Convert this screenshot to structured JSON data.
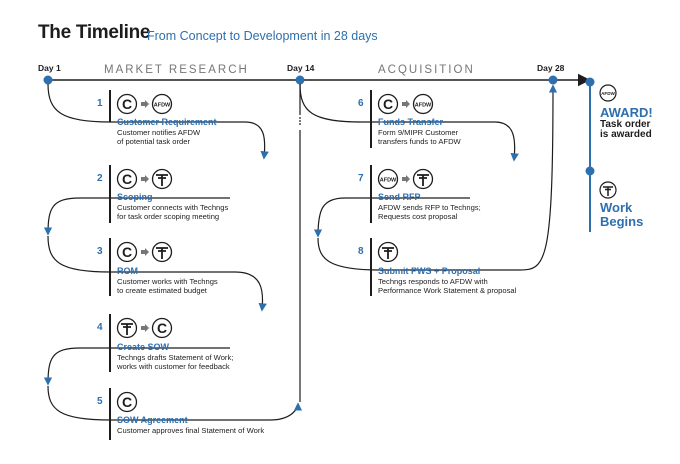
{
  "header": {
    "title": "The Timeline",
    "subtitle": "From Concept to Development in 28 days"
  },
  "days": {
    "d1": "Day 1",
    "d14": "Day 14",
    "d28": "Day 28"
  },
  "phases": {
    "market": "MARKET RESEARCH",
    "acquisition": "ACQUISITION"
  },
  "icons": {
    "afdw": "AFDW"
  },
  "steps": [
    {
      "num": "1",
      "title": "Customer Requirement",
      "desc1": "Customer notifies AFDW",
      "desc2": "of potential  task order"
    },
    {
      "num": "2",
      "title": "Scoping",
      "desc1": "Customer connects with Techngs",
      "desc2": "for task order scoping meeting"
    },
    {
      "num": "3",
      "title": "ROM",
      "desc1": "Customer works with Techngs",
      "desc2": "to create estimated budget"
    },
    {
      "num": "4",
      "title": "Create SOW",
      "desc1": "Techngs drafts Statement of Work;",
      "desc2": "works with customer for feedback"
    },
    {
      "num": "5",
      "title": "SOW Agreement",
      "desc1": "Customer approves final Statement of Work",
      "desc2": ""
    },
    {
      "num": "6",
      "title": "Funds Transfer",
      "desc1": "Form 9/MIPR Customer",
      "desc2": "transfers funds to AFDW"
    },
    {
      "num": "7",
      "title": "Send RFP",
      "desc1": "AFDW sends RFP to Techngs;",
      "desc2": "Requests cost proposal"
    },
    {
      "num": "8",
      "title": "Submit PWS + Proposal",
      "desc1": "Techngs responds to AFDW with",
      "desc2": "Performance Work Statement & proposal"
    }
  ],
  "outcome": {
    "award_title": "AWARD!",
    "award_line1": "Task order",
    "award_line2": "is awarded",
    "work_line1": "Work",
    "work_line2": "Begins"
  },
  "colors": {
    "accent": "#2e6fae",
    "ink": "#1d1d1f",
    "node": "#2e6fae"
  }
}
